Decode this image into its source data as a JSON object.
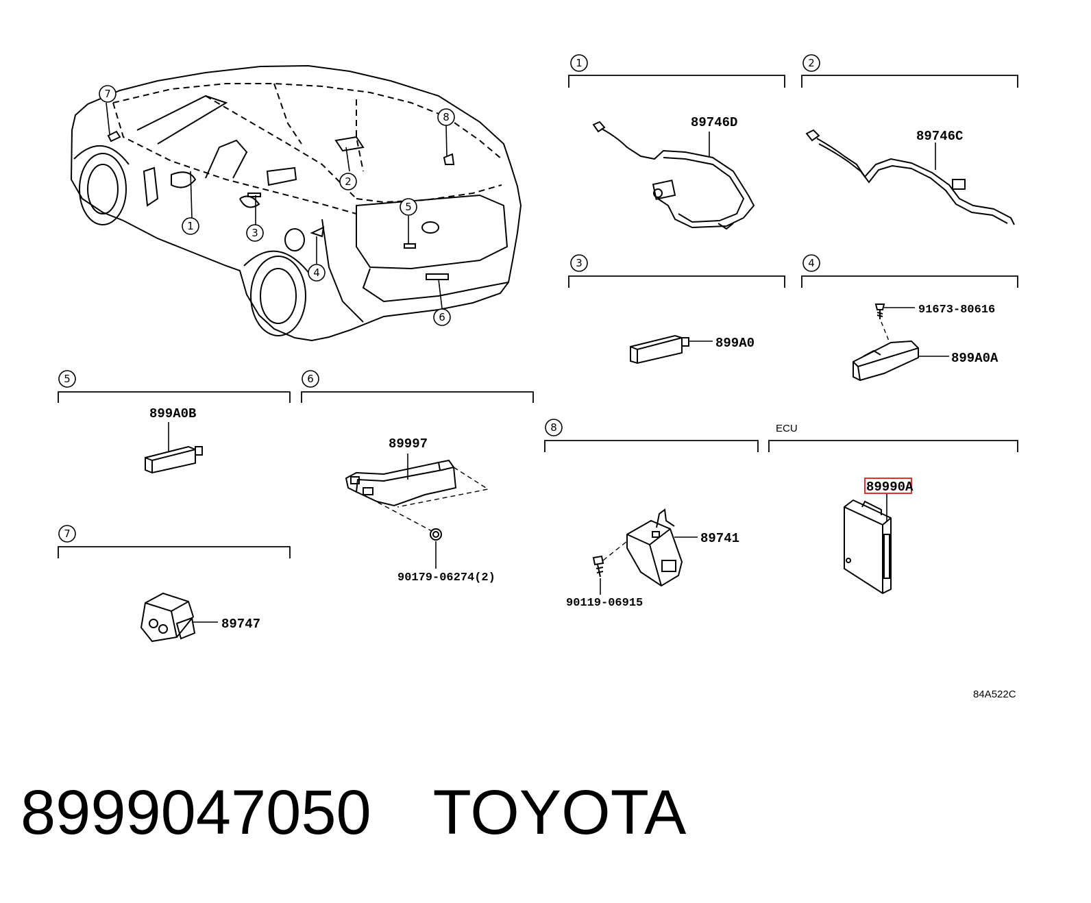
{
  "callouts": [
    "1",
    "2",
    "3",
    "4",
    "5",
    "6",
    "7",
    "8"
  ],
  "sections": {
    "s1": {
      "num": "1",
      "part": "89746D"
    },
    "s2": {
      "num": "2",
      "part": "89746C"
    },
    "s3": {
      "num": "3",
      "part": "899A0"
    },
    "s4": {
      "num": "4",
      "part": "899A0A",
      "screw": "91673-80616"
    },
    "s5": {
      "num": "5",
      "part": "899A0B"
    },
    "s6": {
      "num": "6",
      "part": "89997",
      "nut": "90179-06274(2)"
    },
    "s7": {
      "num": "7",
      "part": "89747"
    },
    "s8": {
      "num": "8",
      "part": "89741",
      "bolt": "90119-06915"
    },
    "ecu": {
      "title": "ECU",
      "part": "89990A"
    }
  },
  "diagram_ref": "84A522C",
  "footer": {
    "part_number": "8999047050",
    "brand": "TOYOTA"
  },
  "highlight_color": "#e0302a"
}
